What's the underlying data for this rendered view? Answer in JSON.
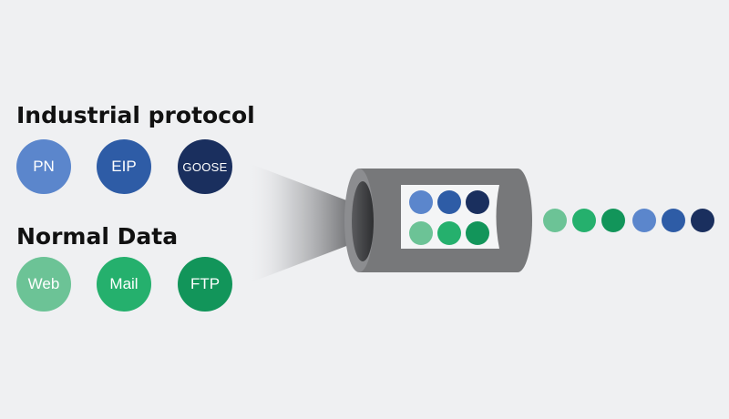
{
  "industrial": {
    "heading": "Industrial protocol",
    "items": [
      {
        "label": "PN",
        "color": "#5b86cc"
      },
      {
        "label": "EIP",
        "color": "#2e5ca6"
      },
      {
        "label": "GOOSE",
        "color": "#1a2f5e"
      }
    ]
  },
  "normal": {
    "heading": "Normal Data",
    "items": [
      {
        "label": "Web",
        "color": "#6cc396"
      },
      {
        "label": "Mail",
        "color": "#25b06d"
      },
      {
        "label": "FTP",
        "color": "#12955a"
      }
    ]
  },
  "colors": {
    "background": "#eff0f2",
    "pipe_body": "#77787a",
    "pipe_window": "#f4f5f6",
    "funnel": "#3c3d40"
  },
  "queue_top_row": [
    "light-blue",
    "mid-blue",
    "dark-navy"
  ],
  "queue_bottom_row": [
    "light-green",
    "mid-green",
    "dark-green"
  ],
  "output_stream": [
    "light-green",
    "mid-green",
    "dark-green",
    "light-blue",
    "mid-blue",
    "dark-navy"
  ]
}
